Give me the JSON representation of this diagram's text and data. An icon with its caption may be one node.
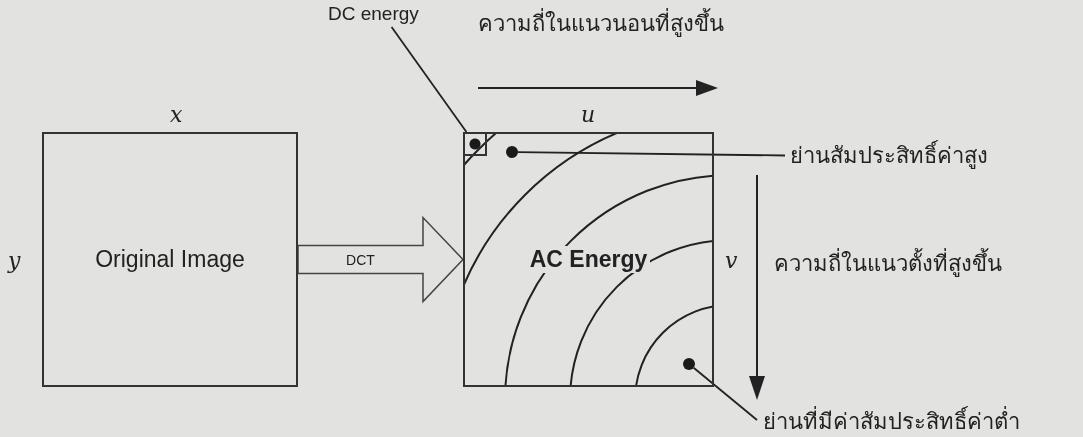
{
  "diagram": {
    "nodes": [
      {
        "text": [
          "Original Image"
        ],
        "beside": [
          "x",
          "y"
        ]
      },
      {
        "text": [
          "AC Energy"
        ],
        "beside": [
          "u",
          "v"
        ]
      },
      {
        "text": [
          "DC energy"
        ]
      },
      {
        "text": [],
        "shape": "box",
        "in": 1
      },
      {
        "text": [
          "ย่านสัมประสิทธิ์ค่าสูง"
        ]
      },
      {
        "text": [],
        "shape": "circle",
        "in": 1
      },
      {
        "text": [
          "ย่านที่มีค่าสัมประสิทธิ์ค่าต่ำ"
        ]
      },
      {
        "text": [],
        "shape": "circle",
        "in": 1
      }
    ],
    "edges": [
      {
        "from": 0,
        "to": 1,
        "label": "DCT",
        "arrow": "to"
      },
      {
        "from": 2,
        "to": 3,
        "arrow": "none"
      },
      {
        "from": 4,
        "to": 5,
        "arrow": "none"
      },
      {
        "from": 6,
        "to": 7,
        "arrow": "none"
      }
    ],
    "labels": [
      "ความถี่ในแนวนอนที่สูงขึ้น",
      "ความถี่ในแนวตั้งที่สูงขึ้น"
    ]
  }
}
